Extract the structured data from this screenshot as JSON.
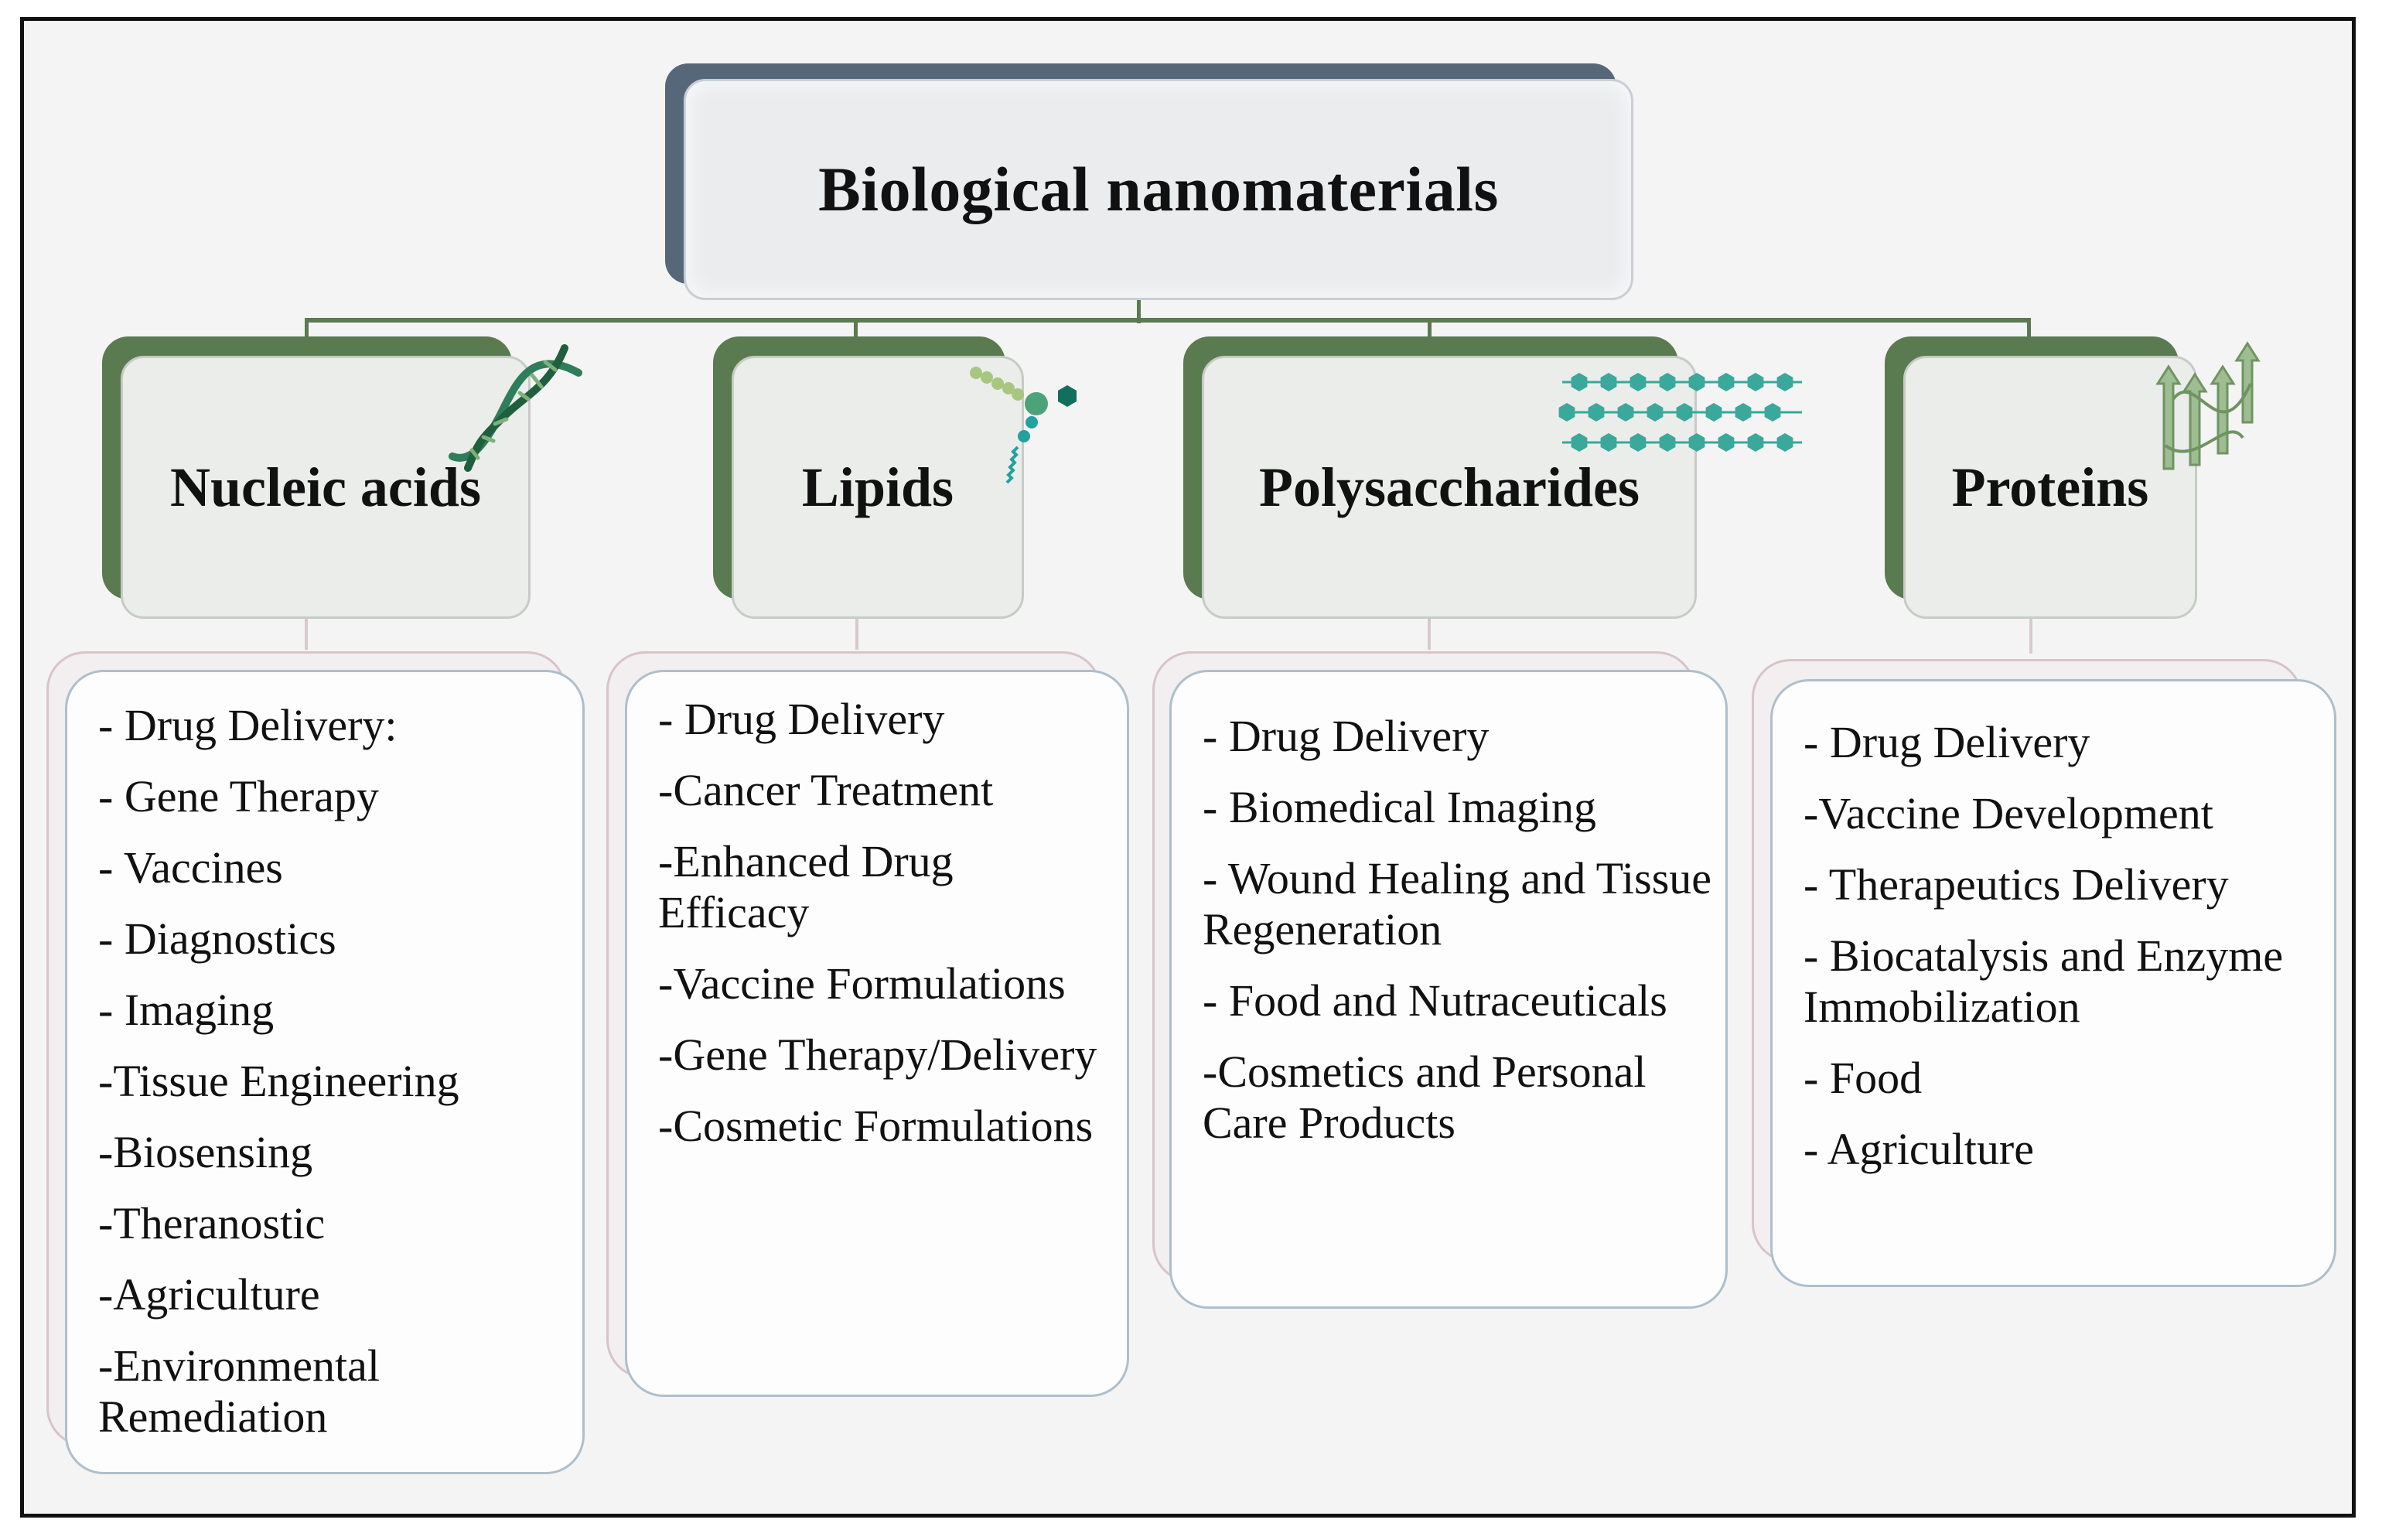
{
  "title": "Biological nanomaterials",
  "categories": [
    {
      "name": "Nucleic acids",
      "icon": "dna-helix-icon",
      "items": [
        "- Drug Delivery:",
        "- Gene Therapy",
        "- Vaccines",
        "- Diagnostics",
        "- Imaging",
        "-Tissue Engineering",
        "-Biosensing",
        "-Theranostic",
        "-Agriculture",
        "-Environmental Remediation"
      ]
    },
    {
      "name": "Lipids",
      "icon": "lipid-molecule-icon",
      "items": [
        "- Drug Delivery",
        "-Cancer Treatment",
        "-Enhanced Drug Efficacy",
        "-Vaccine Formulations",
        "-Gene Therapy/Delivery",
        "-Cosmetic Formulations"
      ]
    },
    {
      "name": "Polysaccharides",
      "icon": "polysaccharide-chain-icon",
      "items": [
        "- Drug Delivery",
        "- Biomedical Imaging",
        "- Wound Healing and Tissue Regeneration",
        "- Food and Nutraceuticals",
        "-Cosmetics and Personal Care Products"
      ]
    },
    {
      "name": "Proteins",
      "icon": "protein-structure-icon",
      "items": [
        "- Drug Delivery",
        "-Vaccine Development",
        "- Therapeutics Delivery",
        "- Biocatalysis and Enzyme Immobilization",
        "- Food",
        "- Agriculture"
      ]
    }
  ],
  "colors": {
    "header_back": "#5a7a4f",
    "title_back": "#56677a",
    "connector": "#5b7a52",
    "dna": "#2e7d5b",
    "lipid": "#1d8a86",
    "polysaccharide": "#3aa89a",
    "protein": "#8fae82"
  }
}
